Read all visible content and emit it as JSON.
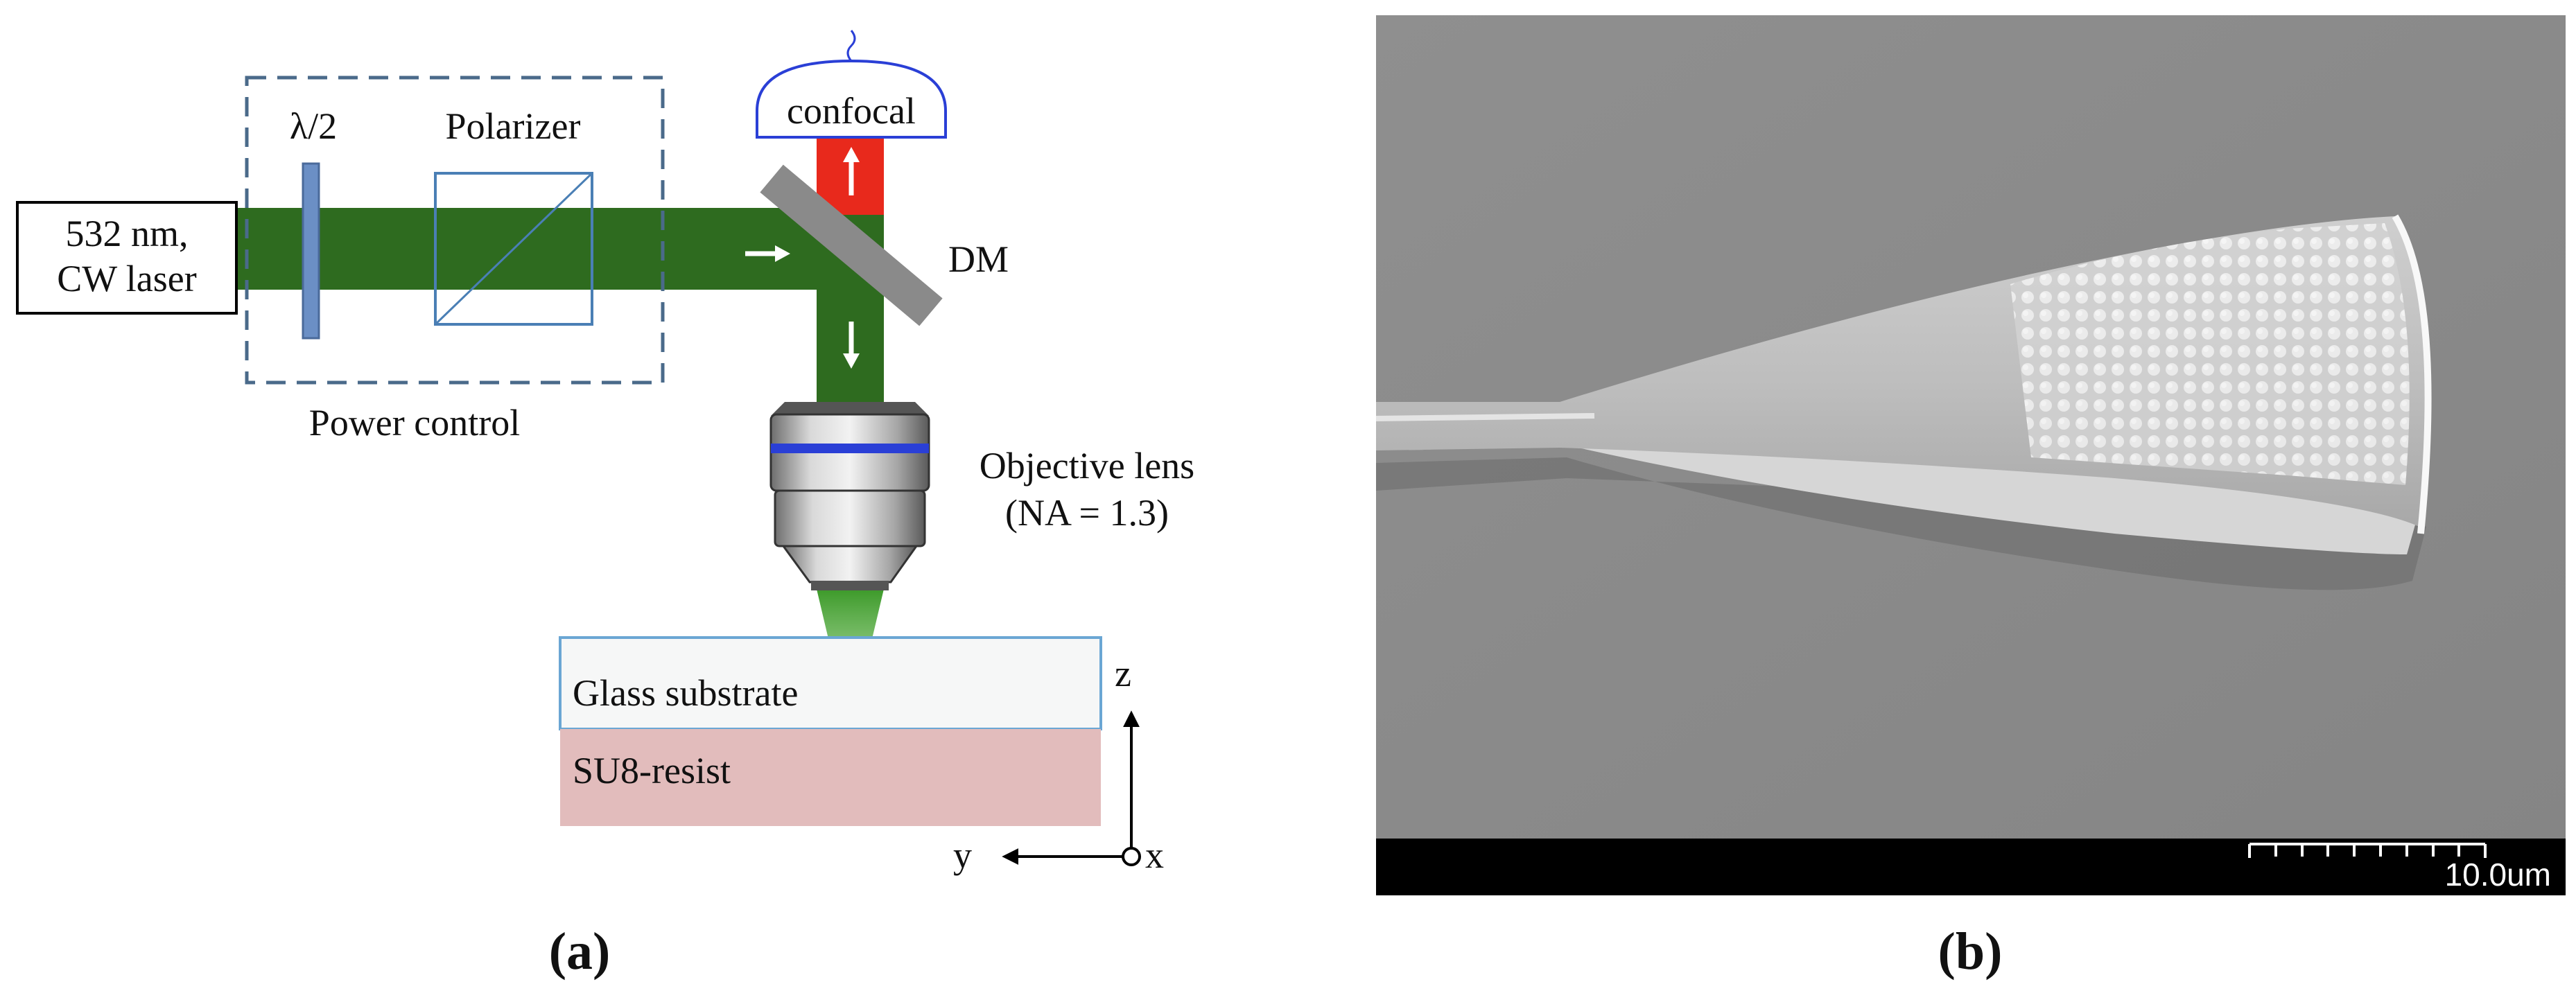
{
  "panel_a": {
    "laser_label_line1": "532 nm,",
    "laser_label_line2": "CW laser",
    "halfwave_label": "λ/2",
    "polarizer_label": "Polarizer",
    "power_control_label": "Power control",
    "confocal_label": "confocal",
    "dm_label": "DM",
    "objective_label_line1": "Objective lens",
    "objective_label_line2": "(NA = 1.3)",
    "glass_label": "Glass substrate",
    "resist_label": "SU8-resist",
    "axis_z_label": "z",
    "axis_y_label": "y",
    "axis_x_label": "x",
    "caption": "(a)"
  },
  "panel_b": {
    "scale_bar_label": "10.0um",
    "caption": "(b)"
  },
  "colors": {
    "laser_green": "#2e6b1f",
    "beam_green_light": "#5bb03a",
    "signal_red": "#e8291c",
    "optics_blue": "#2a3fd6",
    "element_outline": "#4a7fb5",
    "dashed_box": "#4a6a8a",
    "dm_gray": "#8a8a8a",
    "glass_fill": "#f6f7f7",
    "resist_fill": "#e2bcbc",
    "sem_background": "#8c8c8c",
    "sem_bar": "#000000"
  }
}
